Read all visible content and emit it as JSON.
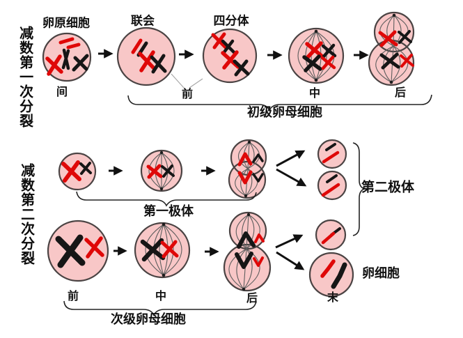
{
  "colors": {
    "cell_fill": "#f8c7c7",
    "cell_stroke": "#4a4343",
    "chrom_red": "#df0808",
    "chrom_black": "#161616"
  },
  "left_labels": {
    "division1": "减数第一次分裂",
    "division2": "减数第二次分裂"
  },
  "row1": {
    "oogonium": "卵原细胞",
    "synapsis": "联会",
    "tetrad": "四分体",
    "interphase": "间",
    "prophase": "前",
    "metaphase": "中",
    "anaphase": "后",
    "brace_label": "初级卵母细胞"
  },
  "row_polar": {
    "brace_label": "第一极体"
  },
  "right_brace": {
    "label": "第二极体"
  },
  "row_secondary": {
    "prophase": "前",
    "metaphase": "中",
    "anaphase": "后",
    "telophase": "末",
    "egg_label": "卵细胞",
    "brace_label": "次级卵母细胞"
  }
}
